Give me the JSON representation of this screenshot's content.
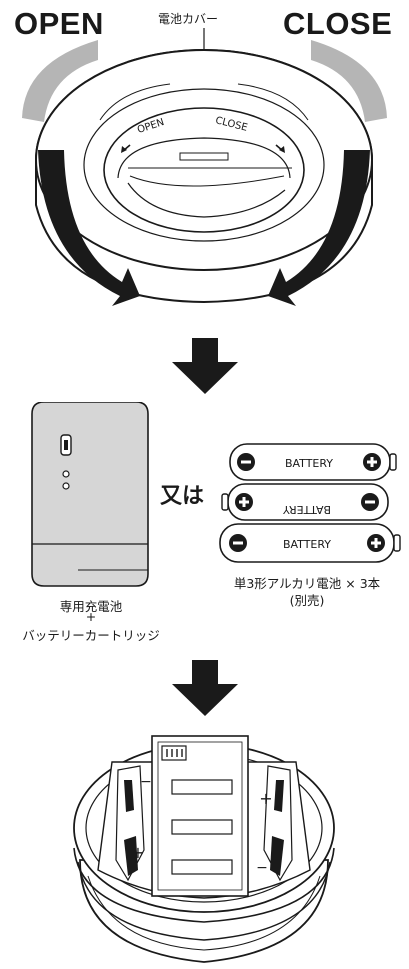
{
  "top": {
    "open_label": "OPEN",
    "close_label": "CLOSE",
    "battery_cover_label": "電池カバー",
    "lid_open_text": "OPEN",
    "lid_close_text": "CLOSE"
  },
  "middle": {
    "or_label": "又は",
    "battery_text": "BATTERY",
    "rechargeable_label": "専用充電池",
    "plus_label": "+",
    "cartridge_label": "バッテリーカートリッジ",
    "alkaline_label": "単3形アルカリ電池 × 3本",
    "sold_separately_label": "(別売)"
  },
  "colors": {
    "ink": "#1a1a1a",
    "gray": "#b5b5b5",
    "light_gray": "#d6d6d6",
    "white": "#ffffff"
  },
  "icons": [
    "arrow-down-icon",
    "rotate-left-arrow-icon",
    "rotate-right-arrow-icon",
    "minus-terminal-icon",
    "plus-terminal-icon"
  ]
}
